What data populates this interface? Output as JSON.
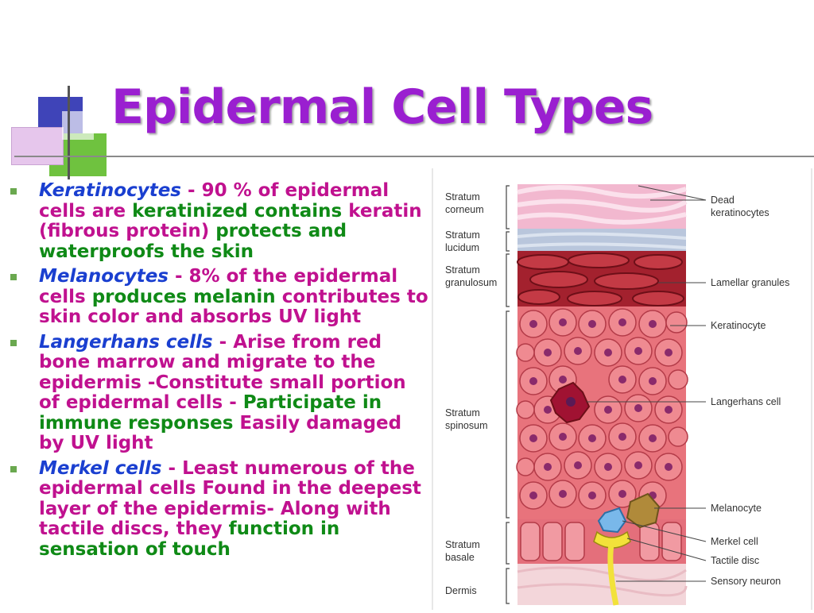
{
  "slide": {
    "title": "Epidermal Cell Types"
  },
  "bullets": [
    {
      "term": "Keratinocytes",
      "sep": " - ",
      "parts": [
        {
          "text": "90 % of epidermal cells are ",
          "color": "m"
        },
        {
          "text": "keratinized contains",
          "color": "g"
        },
        {
          "text": " keratin (fibrous protein) ",
          "color": "m"
        },
        {
          "text": "protects and waterproofs the skin",
          "color": "g"
        }
      ]
    },
    {
      "term": "Melanocytes",
      "sep": " - ",
      "parts": [
        {
          "text": "8% of the epidermal cells ",
          "color": "m"
        },
        {
          "text": "produces melanin",
          "color": "g"
        },
        {
          "text": " contributes to skin color and absorbs UV light",
          "color": "m"
        }
      ]
    },
    {
      "term": "Langerhans cells",
      "sep": " - ",
      "parts": [
        {
          "text": "Arise from red bone marrow and migrate to the epidermis -Constitute small portion of epidermal cells - ",
          "color": "m"
        },
        {
          "text": "Participate in immune responses",
          "color": "g"
        },
        {
          "text": " Easily damaged by UV light",
          "color": "m"
        }
      ]
    },
    {
      "term": "Merkel cells",
      "sep": " - ",
      "parts": [
        {
          "text": "Least numerous of the epidermal cells  Found in the deepest layer of the epidermis- ",
          "color": "m"
        },
        {
          "text": "Along with tactile discs, they",
          "color": "m"
        },
        {
          "text": " function in sensation of touch",
          "color": "g"
        }
      ]
    }
  ],
  "figure": {
    "layers": {
      "corneum": [
        "Stratum",
        "corneum"
      ],
      "lucidum": [
        "Stratum",
        "lucidum"
      ],
      "granulosum": [
        "Stratum",
        "granulosum"
      ],
      "spinosum": [
        "Stratum",
        "spinosum"
      ],
      "basale": [
        "Stratum",
        "basale"
      ],
      "dermis": "Dermis"
    },
    "callouts": {
      "dead": [
        "Dead",
        "keratinocytes"
      ],
      "lamellar": "Lamellar granules",
      "keratinocyte": "Keratinocyte",
      "langerhans": "Langerhans cell",
      "melanocyte": "Melanocyte",
      "merkel": "Merkel cell",
      "tactile": "Tactile disc",
      "neuron": "Sensory neuron"
    },
    "colors": {
      "corneum": "#f2b8cf",
      "lucidum": "#b9c6dc",
      "granulosum": "#a3212e",
      "spinosum": "#e8737c",
      "dermis": "#f3d6da"
    }
  }
}
